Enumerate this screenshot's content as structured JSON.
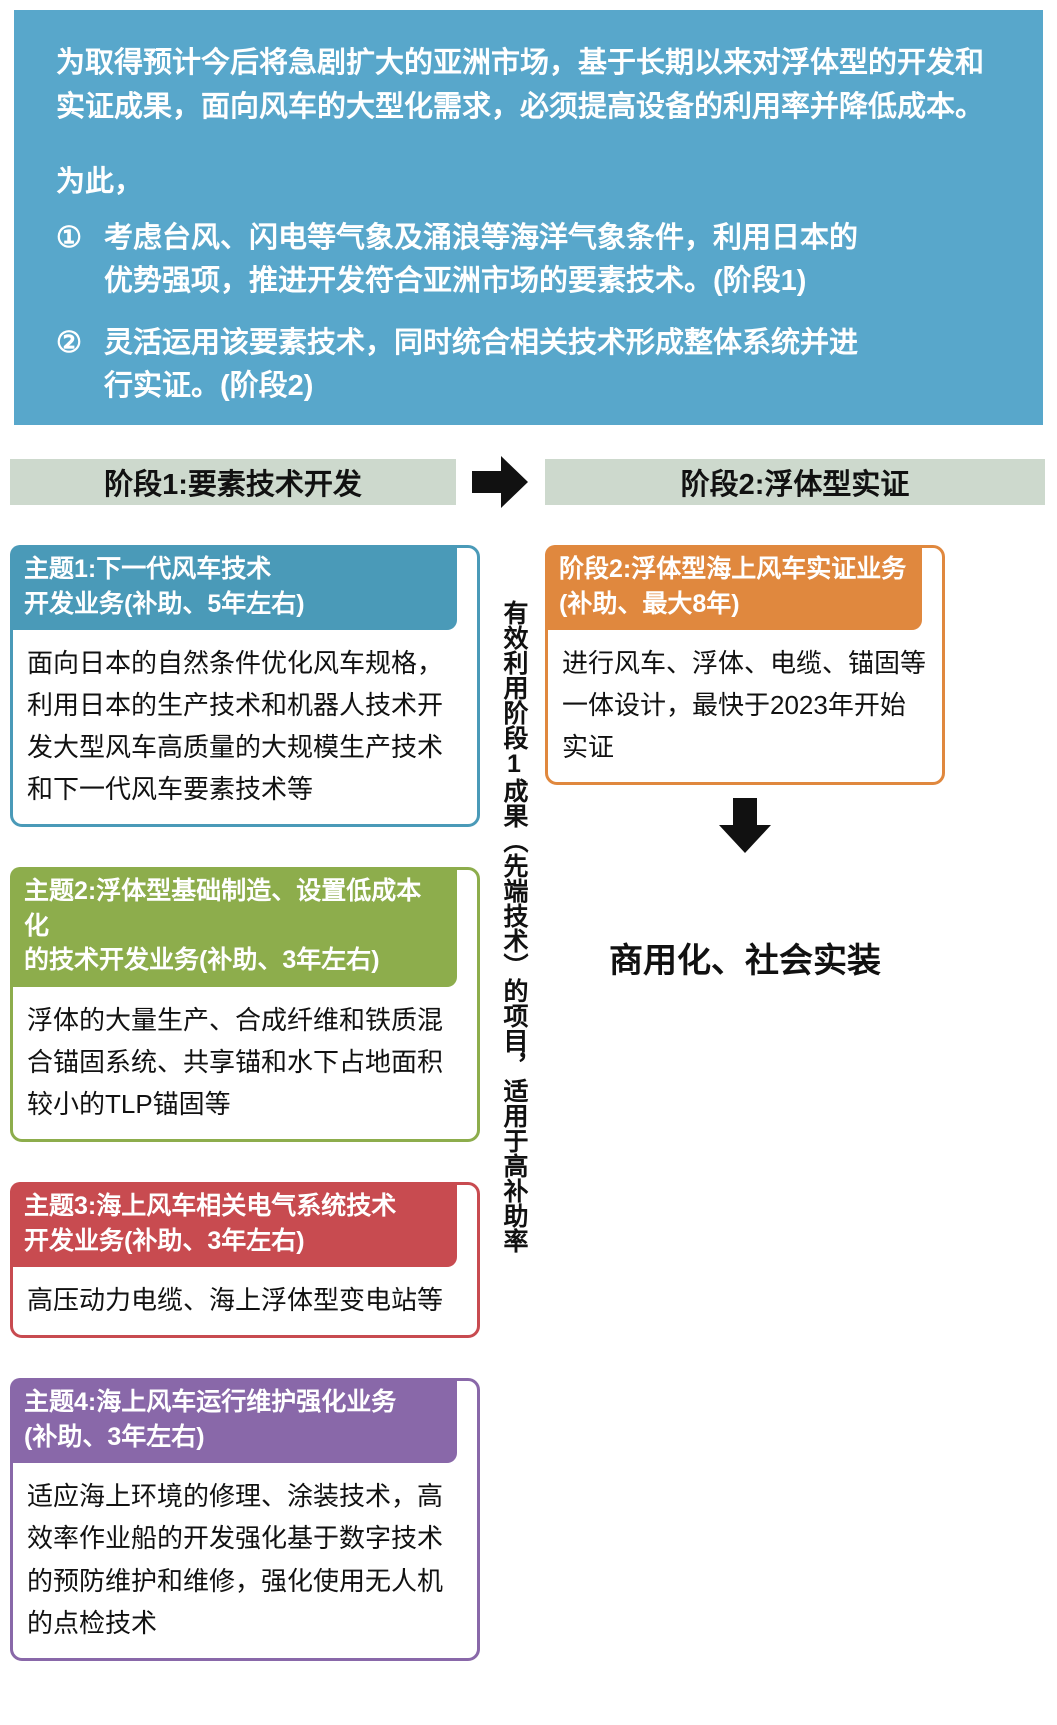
{
  "intro": {
    "bg_color": "#58a7cb",
    "paragraph": "为取得预计今后将急剧扩大的亚洲市场，基于长期以来对浮体型的开发和实证成果，面向风车的大型化需求，必须提高设备的利用率并降低成本。",
    "lead": "为此，",
    "points": [
      {
        "num": "①",
        "text": "考虑台风、闪电等气象及涌浪等海洋气象条件，利用日本的优势强项，推进开发符合亚洲市场的要素技术。(阶段1)"
      },
      {
        "num": "②",
        "text": "灵活运用该要素技术，同时统合相关技术形成整体系统并进行实证。(阶段2)"
      }
    ]
  },
  "phase_bar": {
    "bg_color": "#cdd9cd",
    "arrow_color": "#111111",
    "phase1_label": "阶段1:要素技术开发",
    "phase2_label": "阶段2:浮体型实证"
  },
  "themes": [
    {
      "title": "主题1:下一代风车技术\n开发业务(补助、5年左右)",
      "body": "面向日本的自然条件优化风车规格，利用日本的生产技术和机器人技术开发大型风车高质量的大规模生产技术和下一代风车要素技术等",
      "color": "#4a9ab8"
    },
    {
      "title": "主题2:浮体型基础制造、设置低成本化\n的技术开发业务(补助、3年左右)",
      "body": "浮体的大量生产、合成纤维和铁质混合锚固系统、共享锚和水下占地面积较小的TLP锚固等",
      "color": "#8dad4c"
    },
    {
      "title": "主题3:海上风车相关电气系统技术\n开发业务(补助、3年左右)",
      "body": "高压动力电缆、海上浮体型变电站等",
      "color": "#c84b50"
    },
    {
      "title": "主题4:海上风车运行维护强化业务\n(补助、3年左右)",
      "body": "适应海上环境的修理、涂装技术，高效率作业船的开发强化基于数字技术的预防维护和维修，强化使用无人机的点检技术",
      "color": "#8968a9"
    }
  ],
  "vertical_note": "有效利用阶段1成果（先端技术）的项目，适用于高补助率",
  "phase2_box": {
    "title": "阶段2:浮体型海上风车实证业务\n(补助、最大8年)",
    "body": "进行风车、浮体、电缆、锚固等一体设计，最快于2023年开始实证",
    "color": "#e0883e"
  },
  "outcome_label": "商用化、社会实装"
}
